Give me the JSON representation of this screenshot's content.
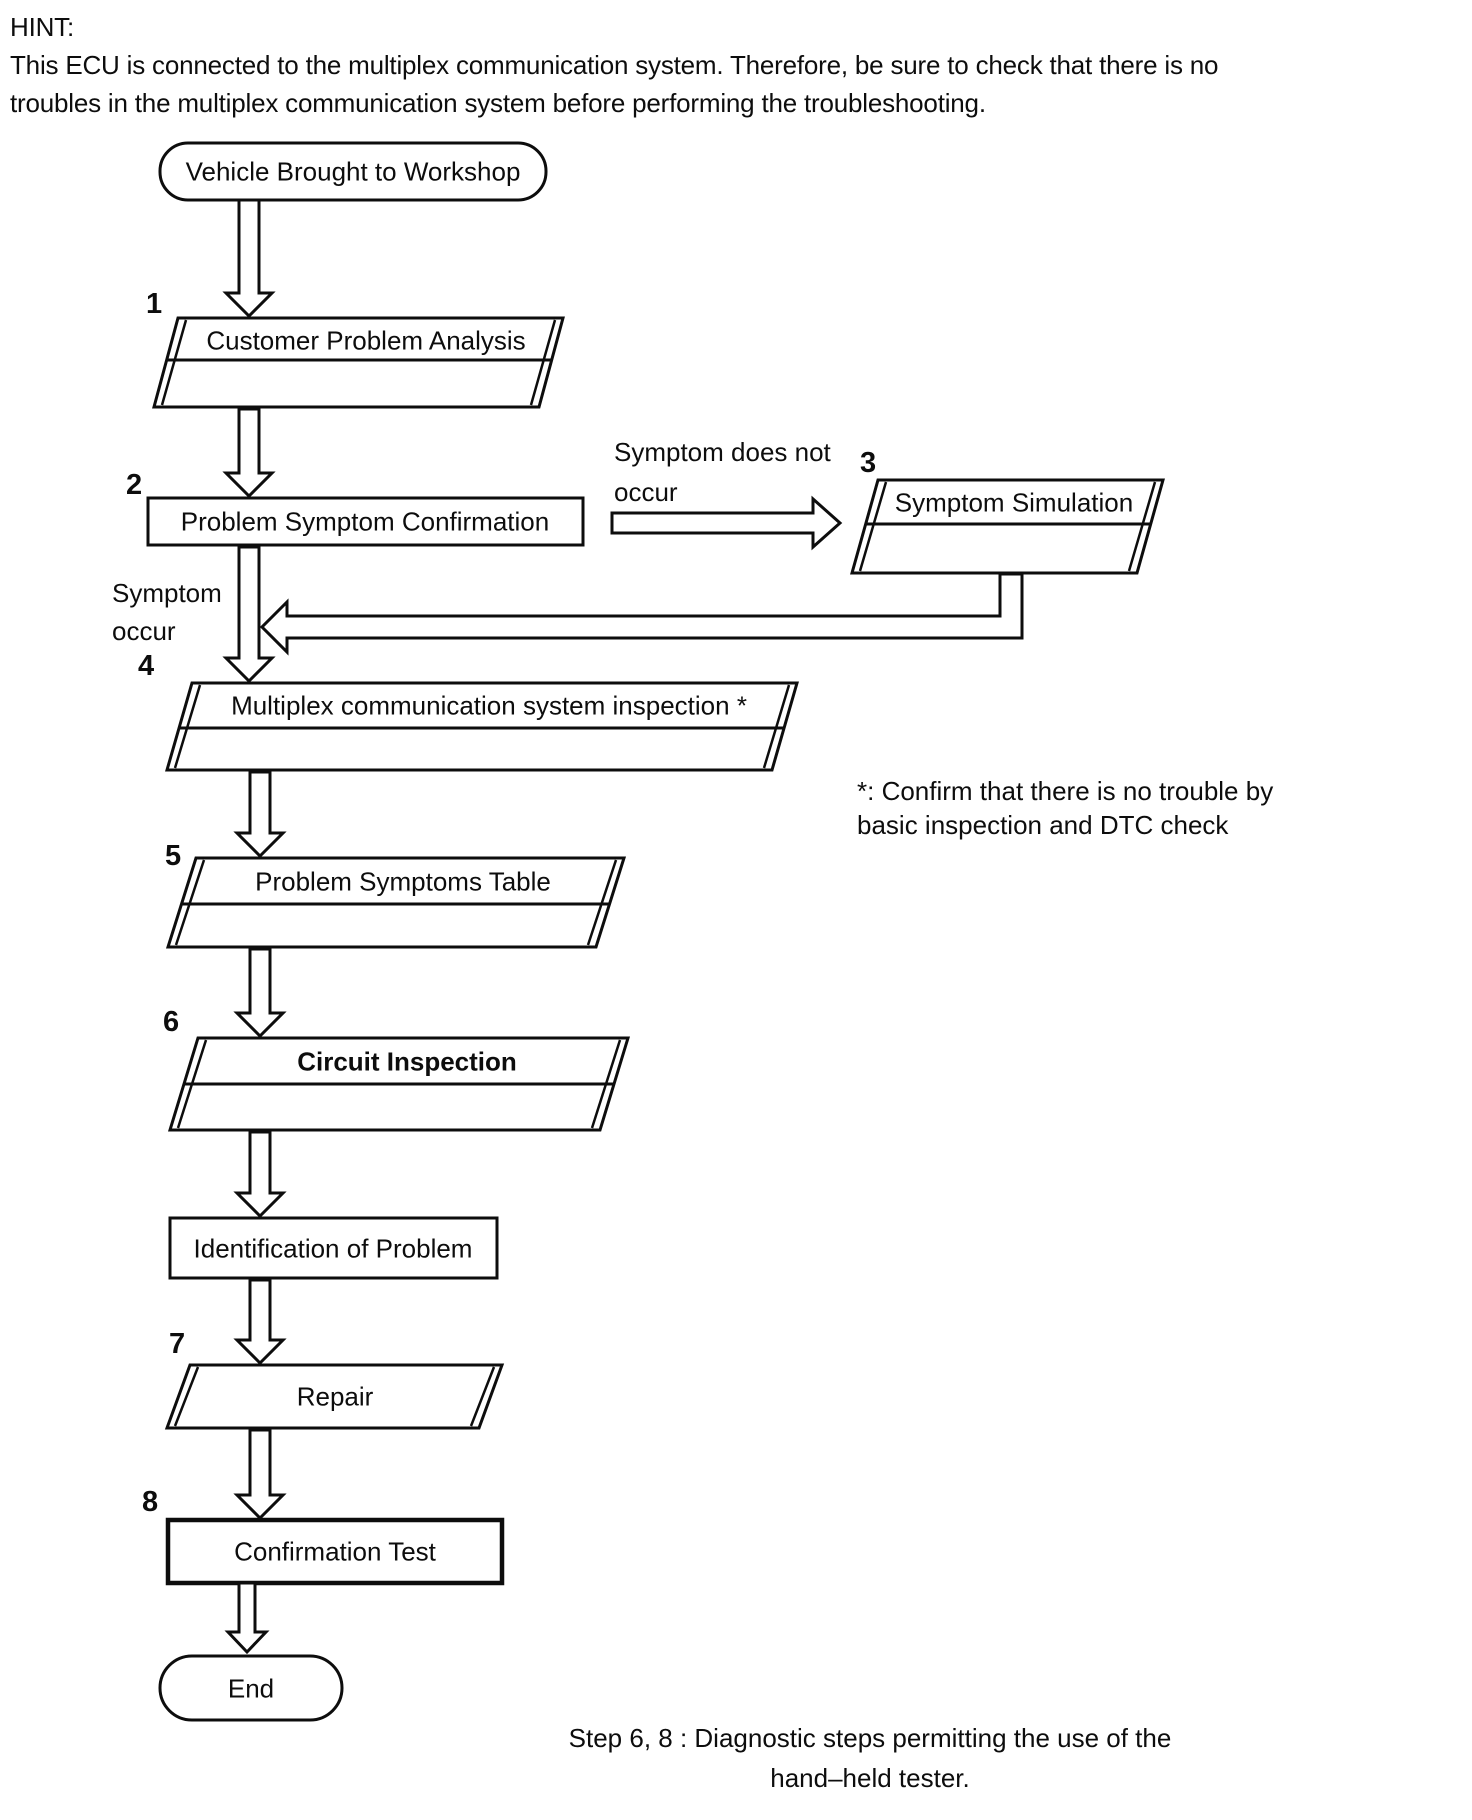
{
  "hint": {
    "title": "HINT:",
    "line1": "This ECU is connected to the multiplex communication system. Therefore, be sure to check that there is no",
    "line2": "troubles in the multiplex communication system before performing the troubleshooting."
  },
  "flowchart": {
    "start": {
      "label": "Vehicle Brought to Workshop"
    },
    "step1": {
      "num": "1",
      "label": "Customer Problem Analysis"
    },
    "step2": {
      "num": "2",
      "label": "Problem Symptom Confirmation"
    },
    "step3": {
      "num": "3",
      "label": "Symptom Simulation"
    },
    "step4": {
      "num": "4",
      "label": "Multiplex communication system inspection *"
    },
    "step5": {
      "num": "5",
      "label": "Problem Symptoms Table"
    },
    "step6": {
      "num": "6",
      "label": "Circuit Inspection"
    },
    "identification": {
      "label": "Identification of Problem"
    },
    "step7": {
      "num": "7",
      "label": "Repair"
    },
    "step8": {
      "num": "8",
      "label": "Confirmation Test"
    },
    "end": {
      "label": "End"
    },
    "branch_no_symptom": {
      "line1": "Symptom does not",
      "line2": "occur"
    },
    "branch_symptom": {
      "line1": "Symptom",
      "line2": "occur"
    },
    "footnote": {
      "line1": "*: Confirm that there is no trouble by",
      "line2": "basic inspection and DTC check"
    }
  },
  "caption": {
    "line1": "Step 6, 8 : Diagnostic steps permitting the use of the",
    "line2": "hand–held tester."
  },
  "colors": {
    "ink": "#0d0d0d",
    "background": "#ffffff"
  }
}
